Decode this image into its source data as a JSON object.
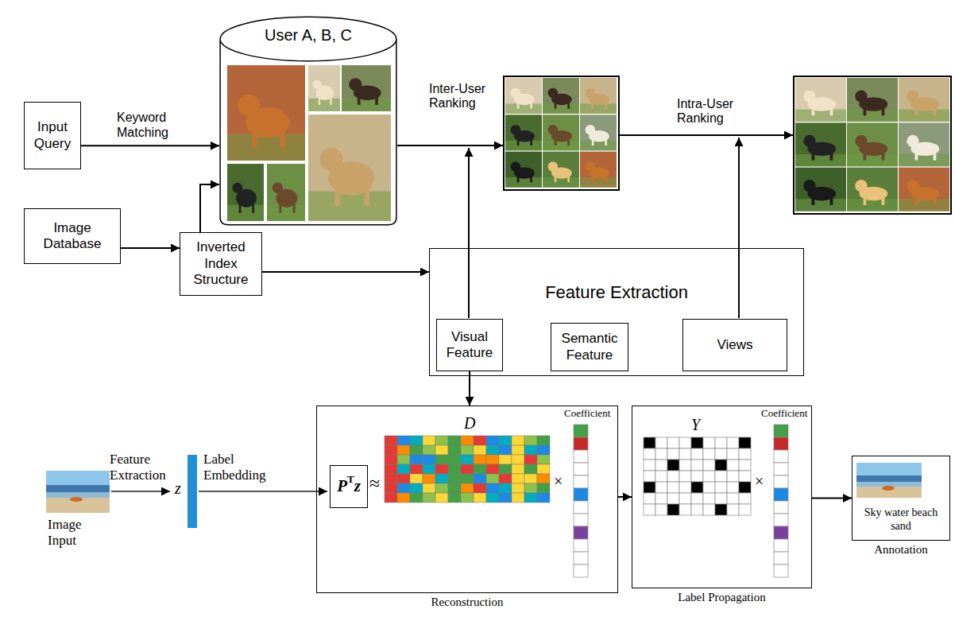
{
  "diagram": {
    "nodes": [
      {
        "text": [
          "Input Query"
        ]
      },
      {
        "text": [
          "User A, B, C"
        ]
      },
      {
        "text": [
          "Image Database"
        ]
      },
      {
        "text": [
          "Inverted Index Structure"
        ]
      },
      {
        "text": [
          "Feature Extraction"
        ]
      },
      {
        "text": [
          "Visual Feature"
        ],
        "in": 4
      },
      {
        "text": [
          "Semantic Feature"
        ],
        "in": 4
      },
      {
        "text": [
          "Views"
        ],
        "in": 4
      },
      {
        "text": [
          "Reconstruction"
        ]
      },
      {
        "text": [
          "P",
          "T",
          "z"
        ],
        "in": 8
      },
      {
        "text": [
          "Label Propagation"
        ]
      },
      {
        "text": [
          "Sky water beach sand",
          "Annotation"
        ]
      }
    ],
    "edges": [
      {
        "from": 0,
        "to": 1,
        "label": "Keyword Matching",
        "arrow": "to"
      },
      {
        "from": 3,
        "to": 1,
        "arrow": "to"
      },
      {
        "from": 2,
        "to": 3,
        "arrow": "to"
      },
      {
        "from": 3,
        "to": 4,
        "arrow": "to"
      },
      {
        "from": 5,
        "to": 8,
        "arrow": "to"
      },
      {
        "from": 8,
        "to": 10,
        "arrow": "to"
      },
      {
        "from": 10,
        "to": 11,
        "arrow": "to"
      }
    ],
    "labels": [
      "Inter-User Ranking",
      "Intra-User Ranking",
      "Feature Extraction",
      "z",
      "Label Embedding",
      "Image Input",
      "≈",
      "D",
      "×",
      "Coefficient",
      "Y",
      "×",
      "Coefficient"
    ]
  }
}
